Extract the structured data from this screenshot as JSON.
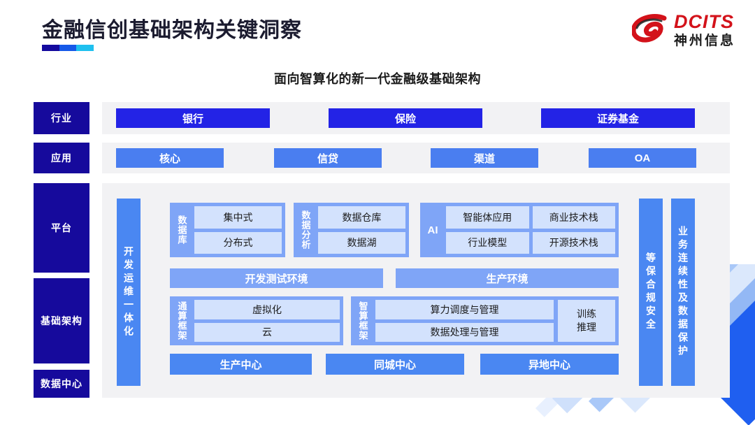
{
  "header": {
    "title": "金融信创基础架构关键洞察",
    "logo": {
      "en": "DCITS",
      "cn": "神州信息",
      "mark": "dcits-swoosh-icon"
    },
    "accent_colors": [
      "#140a9e",
      "#1659e8",
      "#1fc0ef"
    ]
  },
  "subtitle": "面向智算化的新一代金融级基础架构",
  "layers": [
    {
      "key": "industry",
      "label": "行业"
    },
    {
      "key": "application",
      "label": "应用"
    },
    {
      "key": "platform",
      "label": "平台"
    },
    {
      "key": "infrastructure",
      "label": "基础架构"
    },
    {
      "key": "datacenter",
      "label": "数据中心"
    }
  ],
  "industry_row": [
    "银行",
    "保险",
    "证券基金"
  ],
  "application_row": [
    "核心",
    "信贷",
    "渠道",
    "OA"
  ],
  "side_bars": {
    "left": "开发运维一体化",
    "right_inner": "等保合规安全",
    "right_outer": "业务连续性及数据保护"
  },
  "platform": {
    "database": {
      "label": "数据库",
      "items": [
        "集中式",
        "分布式"
      ]
    },
    "data_analysis": {
      "label": "数据分析",
      "items": [
        "数据仓库",
        "数据湖"
      ]
    },
    "ai": {
      "label": "AI",
      "items": [
        "智能体应用",
        "商业技术栈",
        "行业模型",
        "开源技术栈"
      ]
    },
    "environments": [
      "开发测试环境",
      "生产环境"
    ]
  },
  "infrastructure": {
    "general_compute": {
      "label": "通算框架",
      "items": [
        "虚拟化",
        "云"
      ]
    },
    "smart_compute": {
      "label": "智算框架",
      "items": [
        "算力调度与管理",
        "数据处理与管理"
      ],
      "aside": "训练\n推理",
      "aside_line1": "训练",
      "aside_line2": "推理"
    }
  },
  "datacenter_row": [
    "生产中心",
    "同城中心",
    "异地中心"
  ],
  "palette": {
    "navy": "#160a9c",
    "industry_blue": "#2323e6",
    "app_blue": "#4a7ef0",
    "group_blue": "#7fa5f7",
    "item_blue": "#d3e2fd",
    "panel_gray": "#f2f2f4"
  }
}
